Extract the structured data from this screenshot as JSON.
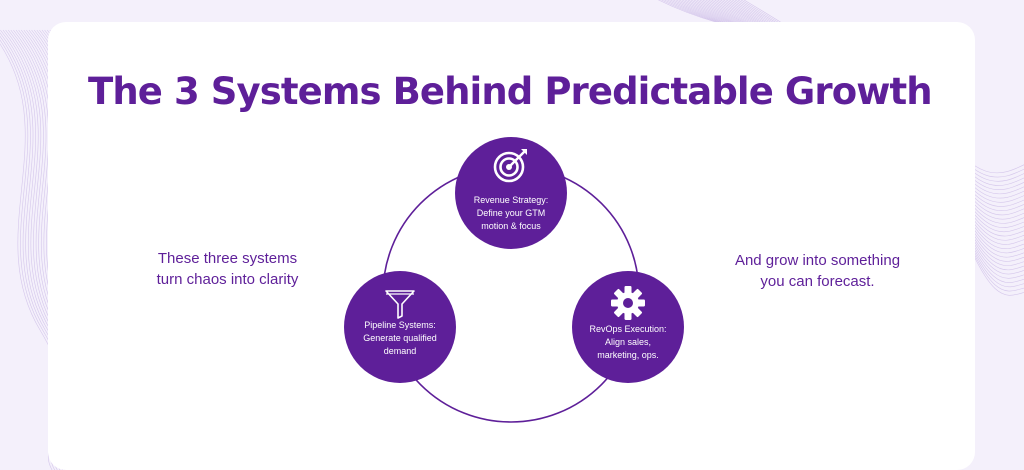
{
  "title": "The 3 Systems Behind Predictable Growth",
  "left_text": [
    "These three systems",
    "turn chaos into clarity"
  ],
  "right_text": [
    "And grow into something",
    "you can forecast."
  ],
  "nodes": [
    {
      "id": "strategy",
      "icon": "target-icon",
      "lines": [
        "Revenue Strategy:",
        "Define your GTM",
        "motion & focus"
      ]
    },
    {
      "id": "pipeline",
      "icon": "funnel-icon",
      "lines": [
        "Pipeline Systems:",
        "Generate qualified",
        "demand"
      ]
    },
    {
      "id": "revops",
      "icon": "gear-icon",
      "lines": [
        "RevOps Execution:",
        "Align sales,",
        "marketing, ops."
      ]
    }
  ],
  "colors": {
    "accent": "#5e1f99",
    "background": "#f4f0fb",
    "card": "#ffffff",
    "line_art": "#c9b8e6"
  }
}
